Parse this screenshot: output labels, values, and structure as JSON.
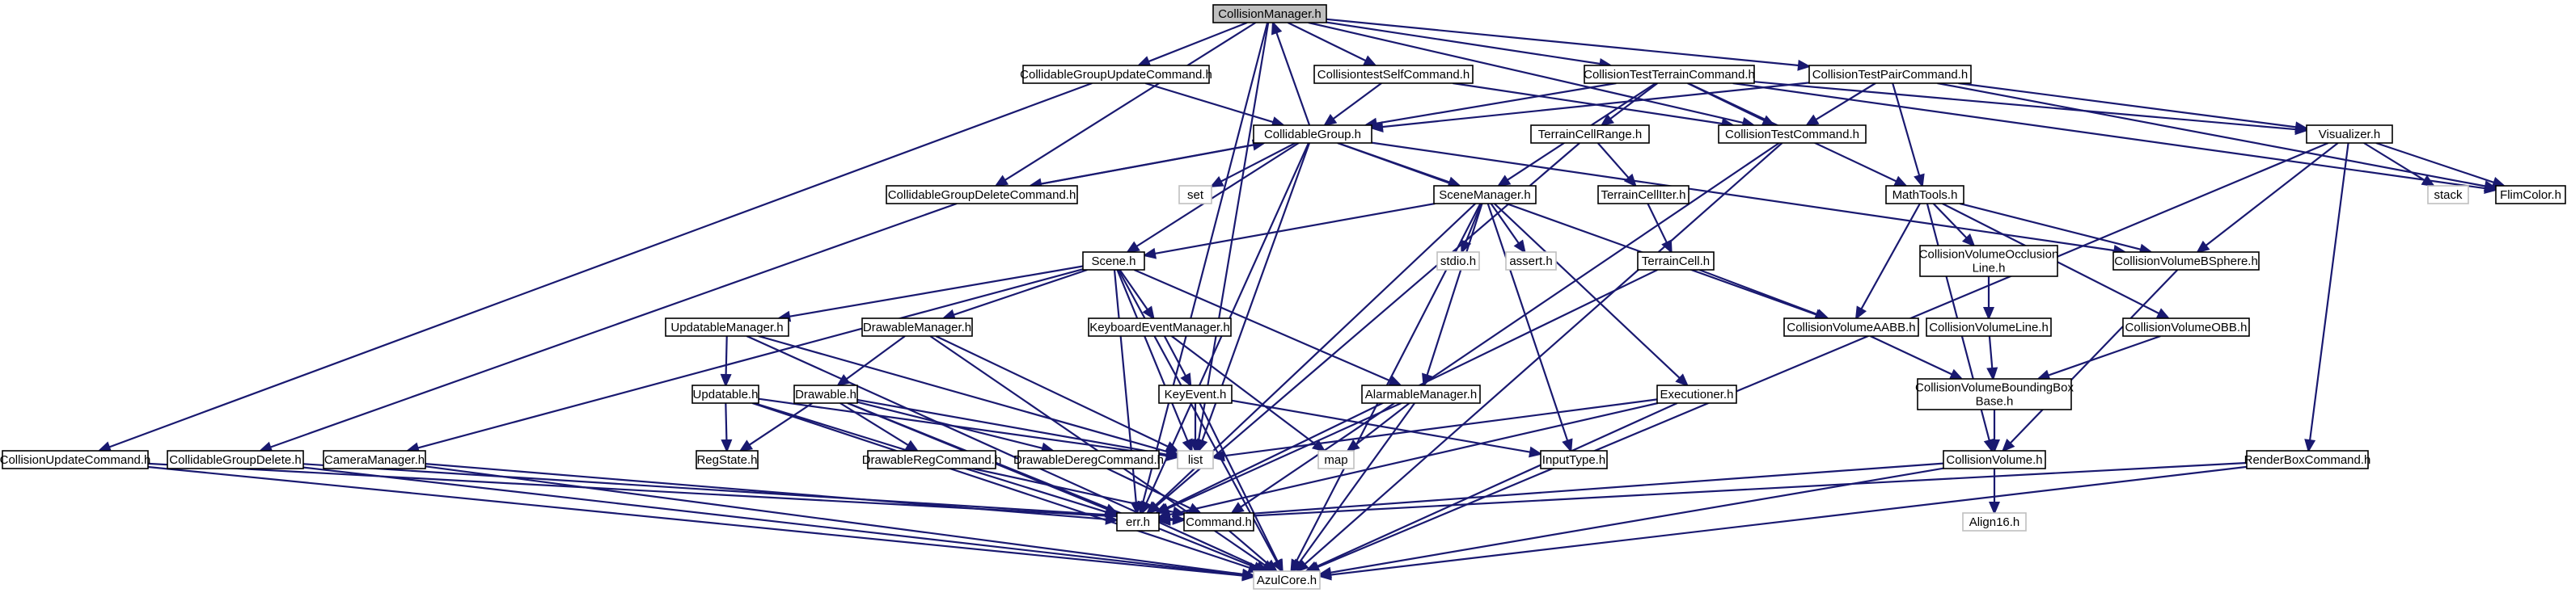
{
  "colors": {
    "edge": "#191970",
    "node_border": "#000000",
    "node_border_unresolved": "#bfbfbf",
    "root_fill": "#bfbfbf",
    "node_fill": "#ffffff",
    "text": "#000000"
  },
  "nodes": [
    {
      "id": "root",
      "label": "CollisionManager.h",
      "kind": "root"
    },
    {
      "id": "cgupdcmd",
      "label": "CollidableGroupUpdateCommand.h",
      "kind": "file"
    },
    {
      "id": "selfcmd",
      "label": "CollisiontestSelfCommand.h",
      "kind": "file"
    },
    {
      "id": "terraincmd",
      "label": "CollisionTestTerrainCommand.h",
      "kind": "file"
    },
    {
      "id": "paircmd",
      "label": "CollisionTestPairCommand.h",
      "kind": "file"
    },
    {
      "id": "cgroup",
      "label": "CollidableGroup.h",
      "kind": "file"
    },
    {
      "id": "cellrange",
      "label": "TerrainCellRange.h",
      "kind": "file"
    },
    {
      "id": "testcmd",
      "label": "CollisionTestCommand.h",
      "kind": "file"
    },
    {
      "id": "visualizer",
      "label": "Visualizer.h",
      "kind": "file"
    },
    {
      "id": "cgdelcmd",
      "label": "CollidableGroupDeleteCommand.h",
      "kind": "file"
    },
    {
      "id": "set",
      "label": "set",
      "kind": "system"
    },
    {
      "id": "scenemgr",
      "label": "SceneManager.h",
      "kind": "file"
    },
    {
      "id": "celliter",
      "label": "TerrainCellIter.h",
      "kind": "file"
    },
    {
      "id": "mathtools",
      "label": "MathTools.h",
      "kind": "file"
    },
    {
      "id": "stack",
      "label": "stack",
      "kind": "system"
    },
    {
      "id": "flimcolor",
      "label": "FlimColor.h",
      "kind": "file"
    },
    {
      "id": "scene",
      "label": "Scene.h",
      "kind": "file"
    },
    {
      "id": "stdio",
      "label": "stdio.h",
      "kind": "system"
    },
    {
      "id": "assert",
      "label": "assert.h",
      "kind": "system"
    },
    {
      "id": "terraincell",
      "label": "TerrainCell.h",
      "kind": "file"
    },
    {
      "id": "occline",
      "label": [
        "CollisionVolumeOcclusion",
        "Line.h"
      ],
      "kind": "file"
    },
    {
      "id": "bsphere",
      "label": "CollisionVolumeBSphere.h",
      "kind": "file"
    },
    {
      "id": "updmgr",
      "label": "UpdatableManager.h",
      "kind": "file"
    },
    {
      "id": "drawmgr",
      "label": "DrawableManager.h",
      "kind": "file"
    },
    {
      "id": "kbmgr",
      "label": "KeyboardEventManager.h",
      "kind": "file"
    },
    {
      "id": "aabb",
      "label": "CollisionVolumeAABB.h",
      "kind": "file"
    },
    {
      "id": "volline",
      "label": "CollisionVolumeLine.h",
      "kind": "file"
    },
    {
      "id": "obb",
      "label": "CollisionVolumeOBB.h",
      "kind": "file"
    },
    {
      "id": "updatable",
      "label": "Updatable.h",
      "kind": "file"
    },
    {
      "id": "drawable",
      "label": "Drawable.h",
      "kind": "file"
    },
    {
      "id": "keyevent",
      "label": "KeyEvent.h",
      "kind": "file"
    },
    {
      "id": "alarmmgr",
      "label": "AlarmableManager.h",
      "kind": "file"
    },
    {
      "id": "executioner",
      "label": "Executioner.h",
      "kind": "file"
    },
    {
      "id": "bbbase",
      "label": [
        "CollisionVolumeBoundingBox",
        "Base.h"
      ],
      "kind": "file"
    },
    {
      "id": "colupdcmd",
      "label": "CollisionUpdateCommand.h",
      "kind": "file"
    },
    {
      "id": "cgdelete",
      "label": "CollidableGroupDelete.h",
      "kind": "file"
    },
    {
      "id": "cammgr",
      "label": "CameraManager.h",
      "kind": "file"
    },
    {
      "id": "regstate",
      "label": "RegState.h",
      "kind": "file"
    },
    {
      "id": "drawreg",
      "label": "DrawableRegCommand.h",
      "kind": "file"
    },
    {
      "id": "drawdereg",
      "label": "DrawableDeregCommand.h",
      "kind": "file"
    },
    {
      "id": "list",
      "label": "list",
      "kind": "system"
    },
    {
      "id": "map",
      "label": "map",
      "kind": "system"
    },
    {
      "id": "inputtype",
      "label": "InputType.h",
      "kind": "file"
    },
    {
      "id": "volume",
      "label": "CollisionVolume.h",
      "kind": "file"
    },
    {
      "id": "renderbox",
      "label": "RenderBoxCommand.h",
      "kind": "file"
    },
    {
      "id": "err",
      "label": "err.h",
      "kind": "file"
    },
    {
      "id": "command",
      "label": "Command.h",
      "kind": "file"
    },
    {
      "id": "align16",
      "label": "Align16.h",
      "kind": "system"
    },
    {
      "id": "azulcore",
      "label": "AzulCore.h",
      "kind": "system"
    }
  ],
  "edges": [
    [
      "root",
      "cgupdcmd"
    ],
    [
      "root",
      "selfcmd"
    ],
    [
      "root",
      "terraincmd"
    ],
    [
      "root",
      "paircmd"
    ],
    [
      "root",
      "cgdelcmd"
    ],
    [
      "root",
      "testcmd"
    ],
    [
      "root",
      "err"
    ],
    [
      "root",
      "list"
    ],
    [
      "cgupdcmd",
      "cgroup"
    ],
    [
      "cgupdcmd",
      "colupdcmd"
    ],
    [
      "selfcmd",
      "cgroup"
    ],
    [
      "selfcmd",
      "testcmd"
    ],
    [
      "terraincmd",
      "cgroup"
    ],
    [
      "terraincmd",
      "cellrange"
    ],
    [
      "terraincmd",
      "testcmd"
    ],
    [
      "terraincmd",
      "scenemgr"
    ],
    [
      "terraincmd",
      "mathtools"
    ],
    [
      "terraincmd",
      "visualizer"
    ],
    [
      "terraincmd",
      "flimcolor"
    ],
    [
      "paircmd",
      "cgroup"
    ],
    [
      "paircmd",
      "testcmd"
    ],
    [
      "paircmd",
      "visualizer"
    ],
    [
      "paircmd",
      "mathtools"
    ],
    [
      "paircmd",
      "flimcolor"
    ],
    [
      "cgroup",
      "root"
    ],
    [
      "cgroup",
      "cgdelcmd"
    ],
    [
      "cgroup",
      "set"
    ],
    [
      "cgroup",
      "scenemgr"
    ],
    [
      "cgroup",
      "scene"
    ],
    [
      "cgroup",
      "aabb"
    ],
    [
      "cgroup",
      "bsphere"
    ],
    [
      "cgroup",
      "list"
    ],
    [
      "cgroup",
      "err"
    ],
    [
      "cgdelcmd",
      "cgroup"
    ],
    [
      "cgdelcmd",
      "cgdelete"
    ],
    [
      "cellrange",
      "celliter"
    ],
    [
      "cellrange",
      "err"
    ],
    [
      "celliter",
      "terraincell"
    ],
    [
      "terraincell",
      "aabb"
    ],
    [
      "terraincell",
      "err"
    ],
    [
      "testcmd",
      "command"
    ],
    [
      "testcmd",
      "azulcore"
    ],
    [
      "visualizer",
      "bsphere"
    ],
    [
      "visualizer",
      "flimcolor"
    ],
    [
      "visualizer",
      "stack"
    ],
    [
      "visualizer",
      "renderbox"
    ],
    [
      "visualizer",
      "azulcore"
    ],
    [
      "scenemgr",
      "scene"
    ],
    [
      "scenemgr",
      "stdio"
    ],
    [
      "scenemgr",
      "assert"
    ],
    [
      "scenemgr",
      "alarmmgr"
    ],
    [
      "scenemgr",
      "executioner"
    ],
    [
      "scenemgr",
      "inputtype"
    ],
    [
      "scenemgr",
      "err"
    ],
    [
      "scenemgr",
      "azulcore"
    ],
    [
      "mathtools",
      "occline"
    ],
    [
      "mathtools",
      "bsphere"
    ],
    [
      "mathtools",
      "aabb"
    ],
    [
      "mathtools",
      "obb"
    ],
    [
      "mathtools",
      "volume"
    ],
    [
      "occline",
      "volline"
    ],
    [
      "volline",
      "bbbase"
    ],
    [
      "obb",
      "bbbase"
    ],
    [
      "aabb",
      "bbbase"
    ],
    [
      "bbbase",
      "volume"
    ],
    [
      "bsphere",
      "volume"
    ],
    [
      "volume",
      "align16"
    ],
    [
      "volume",
      "err"
    ],
    [
      "volume",
      "azulcore"
    ],
    [
      "renderbox",
      "err"
    ],
    [
      "renderbox",
      "azulcore"
    ],
    [
      "scene",
      "updmgr"
    ],
    [
      "scene",
      "drawmgr"
    ],
    [
      "scene",
      "kbmgr"
    ],
    [
      "scene",
      "alarmmgr"
    ],
    [
      "scene",
      "cammgr"
    ],
    [
      "scene",
      "list"
    ],
    [
      "scene",
      "err"
    ],
    [
      "scene",
      "azulcore"
    ],
    [
      "updmgr",
      "updatable"
    ],
    [
      "updmgr",
      "list"
    ],
    [
      "updmgr",
      "azulcore"
    ],
    [
      "drawmgr",
      "drawable"
    ],
    [
      "drawmgr",
      "list"
    ],
    [
      "drawmgr",
      "azulcore"
    ],
    [
      "kbmgr",
      "keyevent"
    ],
    [
      "kbmgr",
      "map"
    ],
    [
      "keyevent",
      "list"
    ],
    [
      "keyevent",
      "inputtype"
    ],
    [
      "keyevent",
      "azulcore"
    ],
    [
      "updatable",
      "regstate"
    ],
    [
      "updatable",
      "list"
    ],
    [
      "updatable",
      "err"
    ],
    [
      "updatable",
      "azulcore"
    ],
    [
      "drawable",
      "regstate"
    ],
    [
      "drawable",
      "drawreg"
    ],
    [
      "drawable",
      "drawdereg"
    ],
    [
      "drawable",
      "list"
    ],
    [
      "drawable",
      "err"
    ],
    [
      "drawable",
      "azulcore"
    ],
    [
      "drawreg",
      "command"
    ],
    [
      "drawdereg",
      "command"
    ],
    [
      "alarmmgr",
      "map"
    ],
    [
      "alarmmgr",
      "err"
    ],
    [
      "alarmmgr",
      "azulcore"
    ],
    [
      "executioner",
      "list"
    ],
    [
      "executioner",
      "err"
    ],
    [
      "executioner",
      "azulcore"
    ],
    [
      "colupdcmd",
      "command"
    ],
    [
      "colupdcmd",
      "azulcore"
    ],
    [
      "cgdelete",
      "command"
    ],
    [
      "cgdelete",
      "azulcore"
    ],
    [
      "cammgr",
      "err"
    ],
    [
      "cammgr",
      "azulcore"
    ],
    [
      "command",
      "azulcore"
    ]
  ]
}
